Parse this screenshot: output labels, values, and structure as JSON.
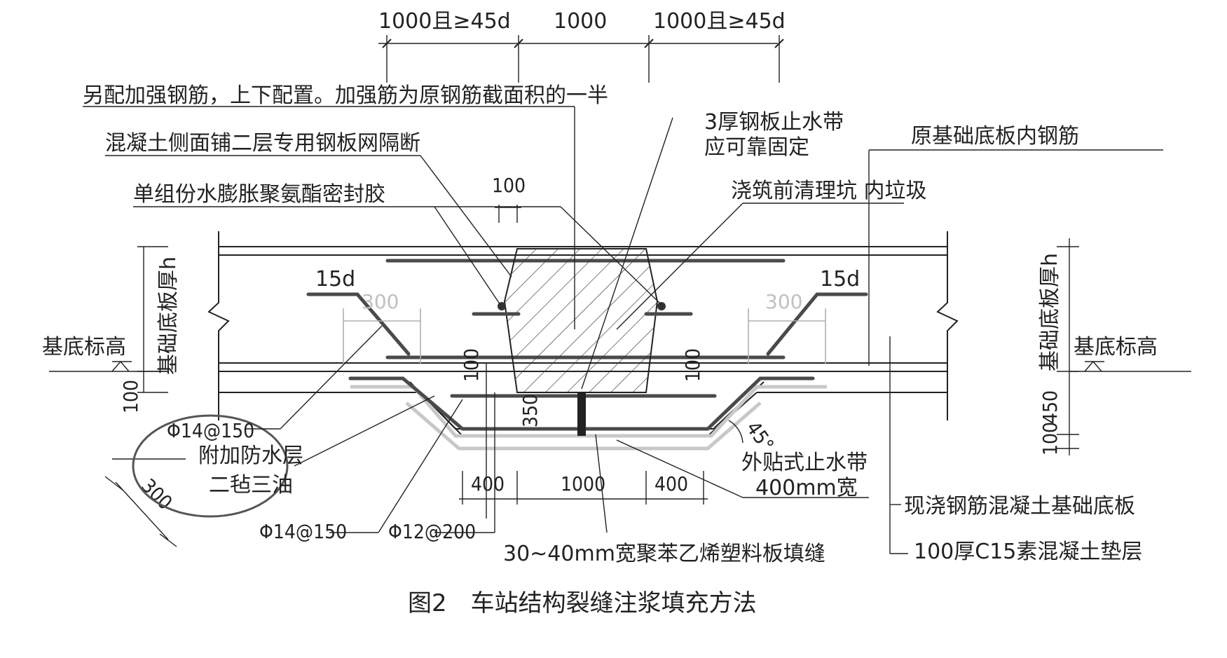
{
  "dims": {
    "top_left": "1000且≥45d",
    "top_mid": "1000",
    "top_right": "1000且≥45d",
    "d100_top": "100",
    "d15d_left": "15d",
    "d15d_right": "15d",
    "d300_left": "300",
    "d300_right": "300",
    "d100_left_vert": "100",
    "d100_right_vert": "100",
    "d350": "350",
    "d100_left_edge": "100",
    "d100_right_edge": "100",
    "d450": "450",
    "angle": "45°",
    "bot_400_left": "400",
    "bot_1000": "1000",
    "bot_400_right": "400",
    "d300_diag": "300"
  },
  "labels": {
    "reinforce": "另配加强钢筋，上下配置。加强筋为原钢筋截面积的一半",
    "mesh": "混凝土侧面铺二层专用钢板网隔断",
    "sealant": "单组份水膨胀聚氨酯密封胶",
    "steel_plate_1": "3厚钢板止水带",
    "steel_plate_2": "应可靠固定",
    "orig_rebar": "原基础底板内钢筋",
    "clean_pit": "浇筑前清理坑 内垃圾",
    "thickness_left": "基础底板厚h",
    "thickness_right": "基础底板厚h",
    "base_elev_left": "基底标高",
    "base_elev_right": "基底标高",
    "rebar_a": "Φ14@150",
    "waterproof_1": "附加防水层",
    "waterproof_2": "二毡三油",
    "rebar_b": "Φ14@150",
    "rebar_c": "Φ12@200",
    "ext_waterstop_1": "外贴式止水带",
    "ext_waterstop_2": "400mm宽",
    "cast_slab": "现浇钢筋混凝土基础底板",
    "cushion": "100厚C15素混凝土垫层",
    "filler": "30~40mm宽聚苯乙烯塑料板填缝"
  },
  "caption": "图2　车站结构裂缝注浆填充方法"
}
